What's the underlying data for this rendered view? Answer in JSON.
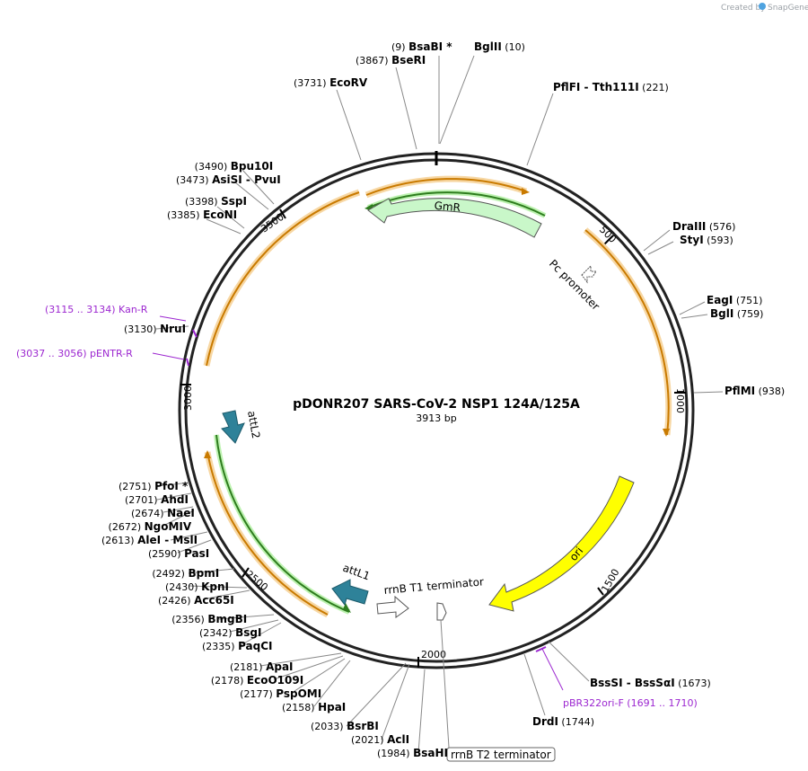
{
  "credit": {
    "prefix": "Created by",
    "brand": "SnapGene"
  },
  "plasmid": {
    "name": "pDONR207 SARS-CoV-2 NSP1 124A/125A",
    "length_text": "3913 bp",
    "length": 3913,
    "ticks": [
      "500",
      "1000",
      "1500",
      "2000",
      "2500",
      "3000",
      "3500"
    ]
  },
  "sites": [
    {
      "id": "bsabi",
      "left": "(9)",
      "name": "BsaBI *",
      "right": ""
    },
    {
      "id": "bglii",
      "left": "",
      "name": "BglII",
      "right": "(10)"
    },
    {
      "id": "bseri",
      "left": "(3867)",
      "name": "BseRI",
      "right": ""
    },
    {
      "id": "ecorv",
      "left": "(3731)",
      "name": "EcoRV",
      "right": ""
    },
    {
      "id": "pflfi",
      "left": "",
      "name": "PflFI  - Tth111I",
      "right": "(221)"
    },
    {
      "id": "bpu10i",
      "left": "(3490)",
      "name": "Bpu10I",
      "right": ""
    },
    {
      "id": "asisi",
      "left": "(3473)",
      "name": "AsiSI  - PvuI",
      "right": ""
    },
    {
      "id": "sspi",
      "left": "(3398)",
      "name": "SspI",
      "right": ""
    },
    {
      "id": "econi",
      "left": "(3385)",
      "name": "EcoNI",
      "right": ""
    },
    {
      "id": "draiii",
      "left": "",
      "name": "DraIII",
      "right": "(576)"
    },
    {
      "id": "styi",
      "left": "",
      "name": "StyI",
      "right": "(593)"
    },
    {
      "id": "eagi",
      "left": "",
      "name": "EagI",
      "right": "(751)"
    },
    {
      "id": "bgli",
      "left": "",
      "name": "BglI",
      "right": "(759)"
    },
    {
      "id": "nrui",
      "left": "(3130)",
      "name": "NruI",
      "right": ""
    },
    {
      "id": "pflmi",
      "left": "",
      "name": "PflMI",
      "right": "(938)"
    },
    {
      "id": "pfoi",
      "left": "(2751)",
      "name": "PfoI *",
      "right": ""
    },
    {
      "id": "ahdi",
      "left": "(2701)",
      "name": "AhdI",
      "right": ""
    },
    {
      "id": "naei",
      "left": "(2674)",
      "name": "NaeI",
      "right": ""
    },
    {
      "id": "ngomiv",
      "left": "(2672)",
      "name": "NgoMIV",
      "right": ""
    },
    {
      "id": "alei",
      "left": "(2613)",
      "name": "AleI  - MslI",
      "right": ""
    },
    {
      "id": "pasi",
      "left": "(2590)",
      "name": "PasI",
      "right": ""
    },
    {
      "id": "bpmi",
      "left": "(2492)",
      "name": "BpmI",
      "right": ""
    },
    {
      "id": "kpni",
      "left": "(2430)",
      "name": "KpnI",
      "right": ""
    },
    {
      "id": "acc65i",
      "left": "(2426)",
      "name": "Acc65I",
      "right": ""
    },
    {
      "id": "bmgbi",
      "left": "(2356)",
      "name": "BmgBI",
      "right": ""
    },
    {
      "id": "bsgi",
      "left": "(2342)",
      "name": "BsgI",
      "right": ""
    },
    {
      "id": "paqci",
      "left": "(2335)",
      "name": "PaqCI",
      "right": ""
    },
    {
      "id": "apai",
      "left": "(2181)",
      "name": "ApaI",
      "right": ""
    },
    {
      "id": "eco0109i",
      "left": "(2178)",
      "name": "EcoO109I",
      "right": ""
    },
    {
      "id": "pspomi",
      "left": "(2177)",
      "name": "PspOMI",
      "right": ""
    },
    {
      "id": "hpai",
      "left": "(2158)",
      "name": "HpaI",
      "right": ""
    },
    {
      "id": "bsrbi",
      "left": "(2033)",
      "name": "BsrBI",
      "right": ""
    },
    {
      "id": "acli",
      "left": "(2021)",
      "name": "AclI",
      "right": ""
    },
    {
      "id": "bsahi",
      "left": "(1984)",
      "name": "BsaHI",
      "right": ""
    },
    {
      "id": "bsssi",
      "left": "",
      "name": "BssSI  - BssSαI",
      "right": "(1673)"
    },
    {
      "id": "drdi",
      "left": "",
      "name": "DrdI",
      "right": "(1744)"
    }
  ],
  "primers": [
    {
      "id": "kanr",
      "name": "Kan-R",
      "range": "(3115 .. 3134)"
    },
    {
      "id": "pentrr",
      "name": "pENTR-R",
      "range": "(3037 .. 3056)"
    },
    {
      "id": "pbr322",
      "name": "pBR322ori-F",
      "range": "(1691 .. 1710)"
    }
  ],
  "features": {
    "gmr": "GmR",
    "pc_promoter": "Pc promoter",
    "ori": "ori",
    "attl2": "attL2",
    "attl1": "attL1",
    "rrnb_t1": "rrnB T1 terminator",
    "rrnb_t2": "rrnB T2 terminator"
  },
  "colors": {
    "backbone": "#222222",
    "orf_orange": "#c97a00",
    "orf_glow": "#f7d7a3",
    "gene_green": "#2e7d1e",
    "gene_glow": "#bdf2b0",
    "gmr_fill": "#c9f7c9",
    "ori_fill": "#ffff00",
    "att_fill": "#2e8299",
    "primer": "#9c27d0"
  }
}
